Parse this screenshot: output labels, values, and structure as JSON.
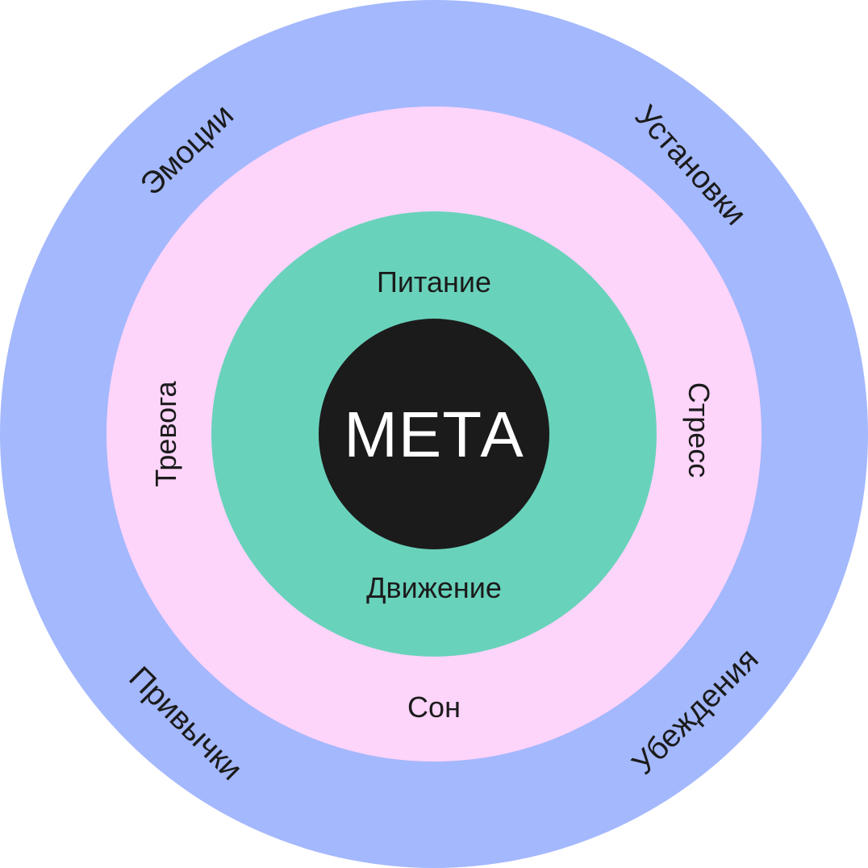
{
  "colors": {
    "outer_ring": "#a4b8fd",
    "middle_ring": "#fdd4fa",
    "inner_ring": "#69d2bb",
    "core": "#1b1b1b",
    "text": "#1b1b1b",
    "core_text": "#ffffff"
  },
  "diagram": {
    "core": {
      "label": "МЕТА"
    },
    "inner_ring": {
      "labels": {
        "top": "Питание",
        "bottom": "Движение"
      }
    },
    "middle_ring": {
      "labels": {
        "left": "Тревога",
        "right": "Стресс",
        "bottom": "Сон"
      }
    },
    "outer_ring": {
      "labels": {
        "top_left": "Эмоции",
        "top_right": "Установки",
        "bottom_left": "Привычки",
        "bottom_right": "Убеждения"
      }
    }
  }
}
